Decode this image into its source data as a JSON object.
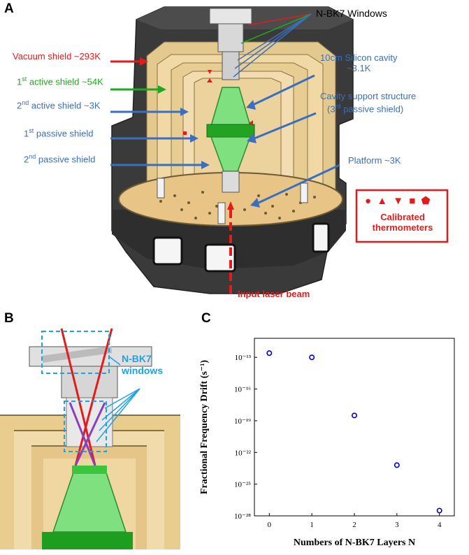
{
  "panels": {
    "a": "A",
    "b": "B",
    "c": "C"
  },
  "panel_a": {
    "windows": "N-BK7 Windows",
    "vacuum_shield": "Vacuum shield ~293K",
    "active1_pre": "1",
    "active1_sup": "st",
    "active1_post": " active shield ~54K",
    "active2_pre": "2",
    "active2_sup": "nd",
    "active2_post": " active shield ~3K",
    "passive1_pre": "1",
    "passive1_sup": "st",
    "passive1_post": " passive shield",
    "passive2_pre": "2",
    "passive2_sup": "nd",
    "passive2_post": " passive shield",
    "cavity_line1": "10cm Silicon cavity",
    "cavity_line2": "~3.1K",
    "support_line1": "Cavity support structure",
    "support_line2_pre": "(3",
    "support_line2_sup": "rd",
    "support_line2_post": " passive shield)",
    "platform": "Platform ~3K",
    "thermo_symbols": "● ▲ ▼ ■ ⬟",
    "thermo_line1": "Calibrated",
    "thermo_line2": "thermometers",
    "laser": "Input laser beam"
  },
  "panel_b": {
    "windows_line1": "N-BK7",
    "windows_line2": "windows"
  },
  "colors": {
    "red": "#e41b1b",
    "green": "#1ea81e",
    "blue": "#3a6fbf",
    "cyan": "#1fa3e6",
    "marker": "#0000dd"
  },
  "chart_data": {
    "type": "scatter",
    "xlabel": "Numbers of N-BK7 Layers N",
    "ylabel": "Fractional Frequency Drift (s⁻¹)",
    "xlim": [
      -0.35,
      4.35
    ],
    "x_ticks": [
      0,
      1,
      2,
      3,
      4
    ],
    "y_scale": "log",
    "ylim_exponent": [
      -28,
      -11.2
    ],
    "y_tick_labels": [
      "10⁻¹³",
      "10⁻¹⁶",
      "10⁻¹⁹",
      "10⁻²²",
      "10⁻²⁵",
      "10⁻²⁸"
    ],
    "y_tick_exponents": [
      -13,
      -16,
      -19,
      -22,
      -25,
      -28
    ],
    "x": [
      0,
      1,
      2,
      3,
      4
    ],
    "y_exponent": [
      -12.6,
      -13.0,
      -18.5,
      -23.2,
      -27.5
    ],
    "grid": false,
    "marker": "open-circle"
  }
}
